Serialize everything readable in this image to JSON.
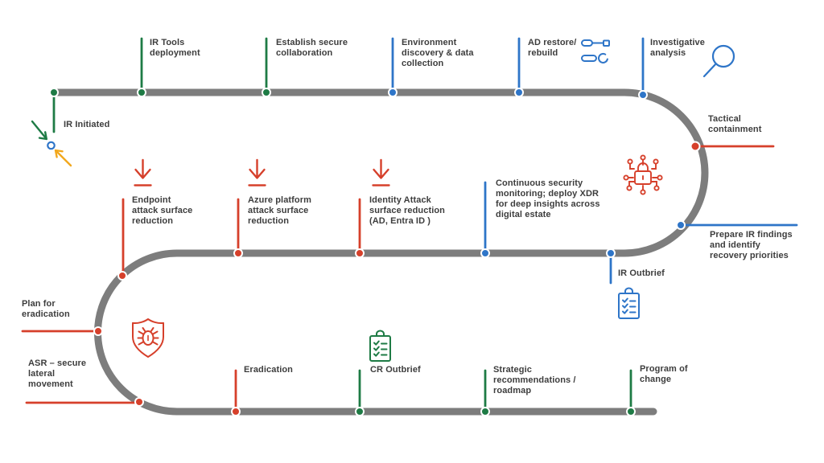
{
  "diagram": {
    "type": "incident-response-roadmap",
    "description": "Serpentine road timeline with phase milestones"
  },
  "colors": {
    "phase_response_green": "#1e7b45",
    "phase_investigate_blue": "#2e75c8",
    "phase_hardening_red": "#d6402b",
    "origin_arrow_yellow": "#f2a81e",
    "road_gray": "#7d7d7d",
    "text_gray": "#3d3d3d"
  },
  "milestones": {
    "ir_initiated": {
      "label": "IR Initiated",
      "color": "green"
    },
    "ir_tools": {
      "label": "IR Tools\ndeployment",
      "color": "green"
    },
    "establish_collab": {
      "label": "Establish secure\ncollaboration",
      "color": "green"
    },
    "env_discovery": {
      "label": "Environment\ndiscovery & data\ncollection",
      "color": "blue"
    },
    "ad_restore": {
      "label": "AD restore/\nrebuild",
      "color": "blue",
      "icon": "tools-icon"
    },
    "investigative": {
      "label": "Investigative\nanalysis",
      "color": "blue",
      "icon": "magnifying-glass-icon"
    },
    "tactical": {
      "label": "Tactical\ncontainment",
      "color": "red",
      "icon": "network-lock-icon"
    },
    "prepare_findings": {
      "label": "Prepare IR findings\nand identify\nrecovery priorities",
      "color": "blue"
    },
    "continuous_monitoring": {
      "label": "Continuous security\nmonitoring; deploy XDR\nfor deep insights across\ndigital estate",
      "color": "blue"
    },
    "ir_outbrief": {
      "label": "IR Outbrief",
      "color": "blue",
      "icon": "checklist-clipboard-icon"
    },
    "identity_asr": {
      "label": "Identity Attack\nsurface reduction\n(AD, Entra ID )",
      "color": "red",
      "icon": "down-arrow-icon"
    },
    "azure_asr": {
      "label": "Azure platform\nattack surface\nreduction",
      "color": "red",
      "icon": "down-arrow-icon"
    },
    "endpoint_asr": {
      "label": "Endpoint\nattack surface\nreduction",
      "color": "red",
      "icon": "down-arrow-icon"
    },
    "plan_eradication": {
      "label": "Plan for\neradication",
      "color": "red",
      "icon": "shield-bug-icon"
    },
    "asr_lateral": {
      "label": "ASR – secure\nlateral\nmovement",
      "color": "red"
    },
    "eradication": {
      "label": "Eradication",
      "color": "red"
    },
    "cr_outbrief": {
      "label": "CR Outbrief",
      "color": "green",
      "icon": "checklist-clipboard-icon"
    },
    "strategic": {
      "label": "Strategic\nrecommendations /\nroadmap",
      "color": "green"
    },
    "program_change": {
      "label": "Program of\nchange",
      "color": "green"
    }
  },
  "start_markers": {
    "icons": "green-incoming-arrow-icon, yellow-incoming-arrow-icon, origin-point-icon"
  }
}
